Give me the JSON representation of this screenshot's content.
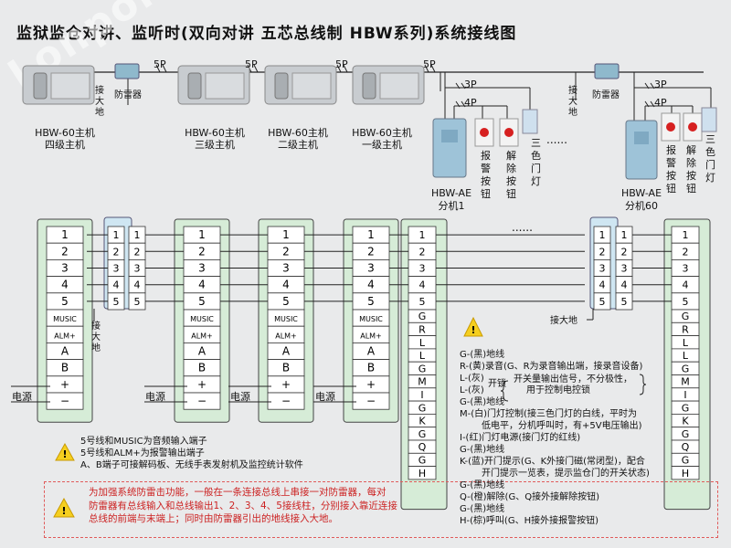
{
  "title": "监狱监仓对讲、监听时(双向对讲 五芯总线制 HBW系列)系统接线图",
  "watermark": "Lonpon",
  "hosts": [
    {
      "model": "HBW-60主机",
      "level": "四级主机"
    },
    {
      "model": "HBW-60主机",
      "level": "三级主机"
    },
    {
      "model": "HBW-60主机",
      "level": "二级主机"
    },
    {
      "model": "HBW-60主机",
      "level": "一级主机"
    }
  ],
  "cable_5p": "5P",
  "cable_3p": "3P",
  "cable_4p": "4P",
  "protector": "防雷器",
  "ground": "接大地",
  "dots": "......",
  "substations": [
    {
      "model": "HBW-AE",
      "name": "分机1"
    },
    {
      "model": "HBW-AE",
      "name": "分机60"
    }
  ],
  "alarm_btn": "报警按钮",
  "release_btn": "解除按钮",
  "tricolor_light": "三色门灯",
  "power": "电源",
  "host_terminals": [
    "1",
    "2",
    "3",
    "4",
    "5",
    "MUSIC",
    "ALM+",
    "A",
    "B",
    "+",
    "−"
  ],
  "protector_terminals": [
    "1",
    "2",
    "3",
    "4",
    "5"
  ],
  "sub_terminals": [
    "1",
    "2",
    "3",
    "4",
    "5",
    "G",
    "R",
    "L",
    "L",
    "G",
    "M",
    "I",
    "G",
    "K",
    "G",
    "Q",
    "G",
    "H"
  ],
  "notes_left": [
    "5号线和MUSIC为音频输入端子",
    "5号线和ALM+为报警输出端子",
    "A、B端子可接解码板、无线手表发射机及监控统计软件"
  ],
  "legend": [
    "G-(黑)地线",
    "R-(黄)录音(G、R为录音输出端，接录音设备)",
    "L-(灰)",
    "L-(灰)",
    "开锁",
    "开关量输出信号，不分极性，",
    "用于控制电控锁",
    "G-(黑)地线",
    "M-(白)门灯控制(接三色门灯的白线，平时为",
    "低电平，分机呼叫时，有+5V电压输出)",
    "I-(红)门灯电源(接门灯的红线)",
    "G-(黑)地线",
    "K-(蓝)开门提示(G、K外接门磁(常闭型)，配合",
    "开门提示一览表，提示监仓门的开关状态)",
    "G-(黑)地线",
    "Q-(橙)解除(G、Q接外接解除按钮)",
    "G-(黑)地线",
    "H-(棕)呼叫(G、H接外接报警按钮)"
  ],
  "warning": [
    "为加强系统防雷击功能，一般在一条连接总线上串接一对防雷器，每对",
    "防雷器有总线输入和总线输出1、2、3、4、5接线柱，分别接入靠近连接",
    "总线的前端与末端上；同时由防雷器引出的地线接入大地。"
  ],
  "colors": {
    "terminal_fill": "#d6ecd7",
    "protector_fill": "#cfe6f2",
    "warning": "#cc2222"
  }
}
